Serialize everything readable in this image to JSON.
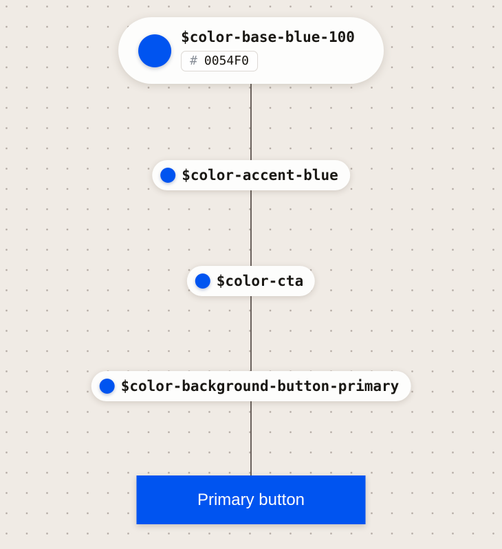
{
  "diagram": {
    "base_token": {
      "name": "$color-base-blue-100",
      "hex_prefix": "#",
      "hex_value": "0054F0"
    },
    "alias_tokens": [
      {
        "name": "$color-accent-blue"
      },
      {
        "name": "$color-cta"
      },
      {
        "name": "$color-background-button-primary"
      }
    ],
    "preview_button": {
      "label": "Primary button"
    },
    "colors": {
      "token_swatch": "#0054F0",
      "button_background": "#0054F0",
      "connector_line": "#6b625d",
      "canvas_background": "#f0ebe5",
      "dot_grid": "#b3aaa3",
      "node_background": "#fdfdfc",
      "hex_hash_text": "#878d96"
    }
  }
}
